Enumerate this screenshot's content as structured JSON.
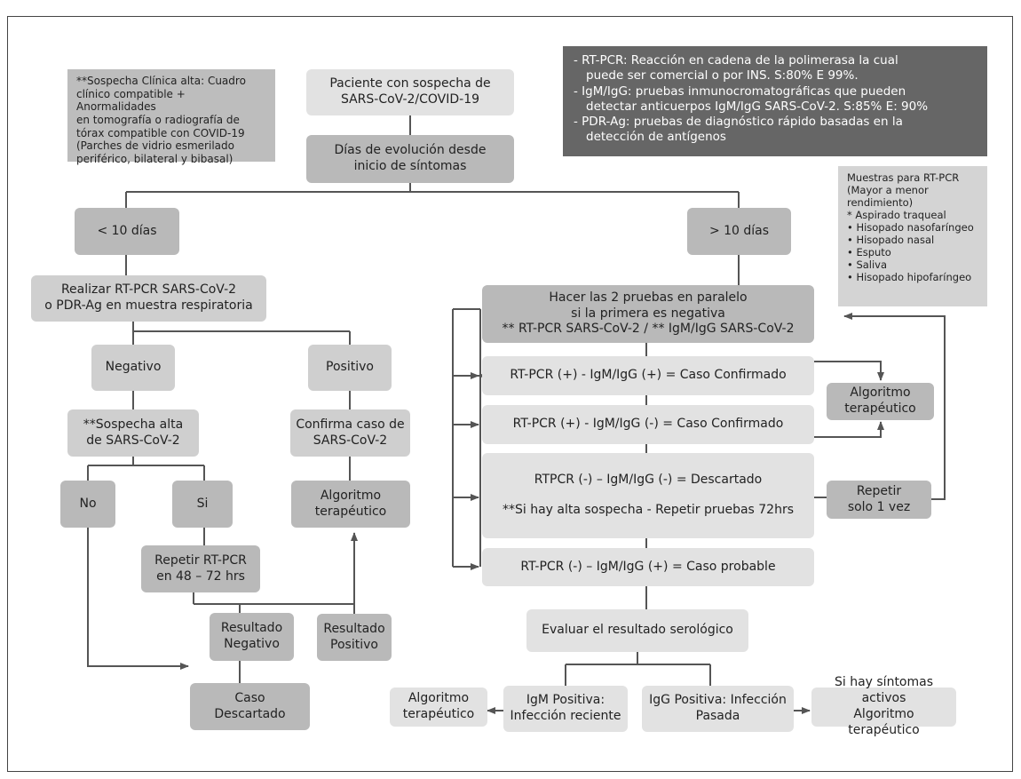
{
  "notes": {
    "clinical_suspicion": [
      "**Sospecha Clínica alta: Cuadro",
      "clínico compatible + Anormalidades",
      "en tomografía o radiografía de",
      "tórax compatible con COVID-19",
      "(Parches de vidrio esmerilado",
      "periférico, bilateral y bibasal)"
    ],
    "legend": [
      "- RT-PCR: Reacción en cadena de la polimerasa la cual",
      "puede ser comercial o por INS. S:80% E 99%.",
      "- IgM/IgG: pruebas inmunocromatográficas que pueden",
      "detectar anticuerpos IgM/IgG SARS-CoV-2. S:85% E: 90%",
      "- PDR-Ag: pruebas de diagnóstico rápido basadas en la",
      "detección de antígenos"
    ],
    "samples": [
      "Muestras para RT-PCR",
      "(Mayor a menor",
      "rendimiento)",
      "* Aspirado traqueal",
      "• Hisopado nasofaríngeo",
      "• Hisopado nasal",
      "• Esputo",
      "• Saliva",
      "• Hisopado hipofaríngeo"
    ]
  },
  "nodes": {
    "patient": [
      "Paciente con sospecha de",
      "SARS-CoV-2/COVID-19"
    ],
    "days": [
      "Días de evolución desde",
      "inicio de síntomas"
    ],
    "lt10": [
      "< 10 días"
    ],
    "gt10": [
      "> 10 días"
    ],
    "perform": [
      "Realizar RT-PCR SARS-CoV-2",
      "o PDR-Ag en muestra respiratoria"
    ],
    "negative": [
      "Negativo"
    ],
    "positive": [
      "Positivo"
    ],
    "high_suspicion": [
      "**Sospecha alta",
      "de SARS-CoV-2"
    ],
    "confirms": [
      "Confirma caso de",
      "SARS-CoV-2"
    ],
    "no": [
      "No"
    ],
    "si": [
      "Si"
    ],
    "algo_left": [
      "Algoritmo",
      "terapéutico"
    ],
    "repeat_pcr": [
      "Repetir RT-PCR",
      "en 48 – 72 hrs"
    ],
    "res_neg": [
      "Resultado",
      "Negativo"
    ],
    "res_pos": [
      "Resultado",
      "Positivo"
    ],
    "discarded": [
      "Caso",
      "Descartado"
    ],
    "parallel": [
      "Hacer las 2 pruebas en paralelo",
      "si la primera es negativa",
      "** RT-PCR SARS-CoV-2 / ** IgM/IgG SARS-CoV-2"
    ],
    "r1": [
      "RT-PCR (+) - IgM/IgG (+) = Caso Confirmado"
    ],
    "r2": [
      "RT-PCR (+) - IgM/IgG (-) = Caso Confirmado"
    ],
    "r3": [
      "RTPCR (-) – IgM/IgG (-) = Descartado",
      "**Si hay alta sospecha - Repetir pruebas 72hrs"
    ],
    "r4": [
      "RT-PCR (-) – IgM/IgG (+) = Caso probable"
    ],
    "algo_right": [
      "Algoritmo",
      "terapéutico"
    ],
    "repeat_once": [
      "Repetir",
      "solo 1 vez"
    ],
    "evaluate": [
      "Evaluar el resultado serológico"
    ],
    "igm_pos": [
      "IgM Positiva:",
      "Infección reciente"
    ],
    "igg_pos": [
      "IgG Positiva: Infección",
      "Pasada"
    ],
    "algo_bottom": [
      "Algoritmo",
      "terapéutico"
    ],
    "active_symptoms": [
      "Si hay síntomas activos",
      "Algoritmo terapéutico"
    ]
  }
}
